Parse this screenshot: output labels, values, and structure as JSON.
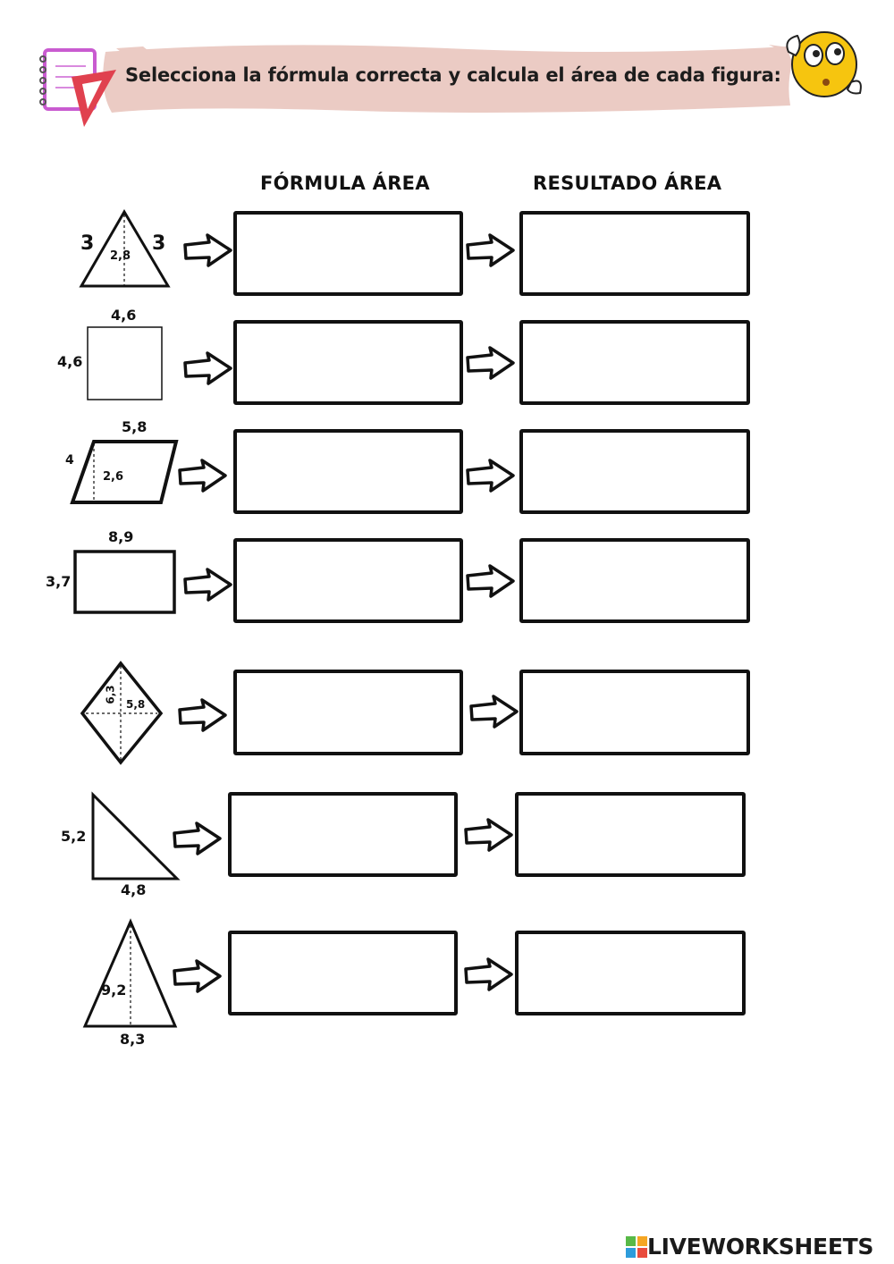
{
  "instruction": "Selecciona la fórmula correcta y calcula el área de cada figura:",
  "headers": {
    "formula": "FÓRMULA ÁREA",
    "result": "RESULTADO ÁREA"
  },
  "figures": {
    "triangle": {
      "left_side": "3",
      "right_side": "3",
      "height": "2,8"
    },
    "square": {
      "top": "4,6",
      "side": "4,6"
    },
    "parallelogram": {
      "top": "5,8",
      "side": "4",
      "height": "2,6"
    },
    "rectangle": {
      "top": "8,9",
      "side": "3,7"
    },
    "rhombus": {
      "vertical": "6,3",
      "horizontal": "5,8"
    },
    "right_triangle": {
      "height": "5,2",
      "base": "4,8"
    },
    "tall_triangle": {
      "height": "9,2",
      "base": "8,3"
    }
  },
  "footer": {
    "brand": "LIVEWORKSHEETS"
  },
  "colors": {
    "banner": "#e9c9c3",
    "ink": "#111111",
    "notebook": "#c95bd0",
    "ruler": "#e0414f",
    "emoji": "#f6c50f"
  }
}
